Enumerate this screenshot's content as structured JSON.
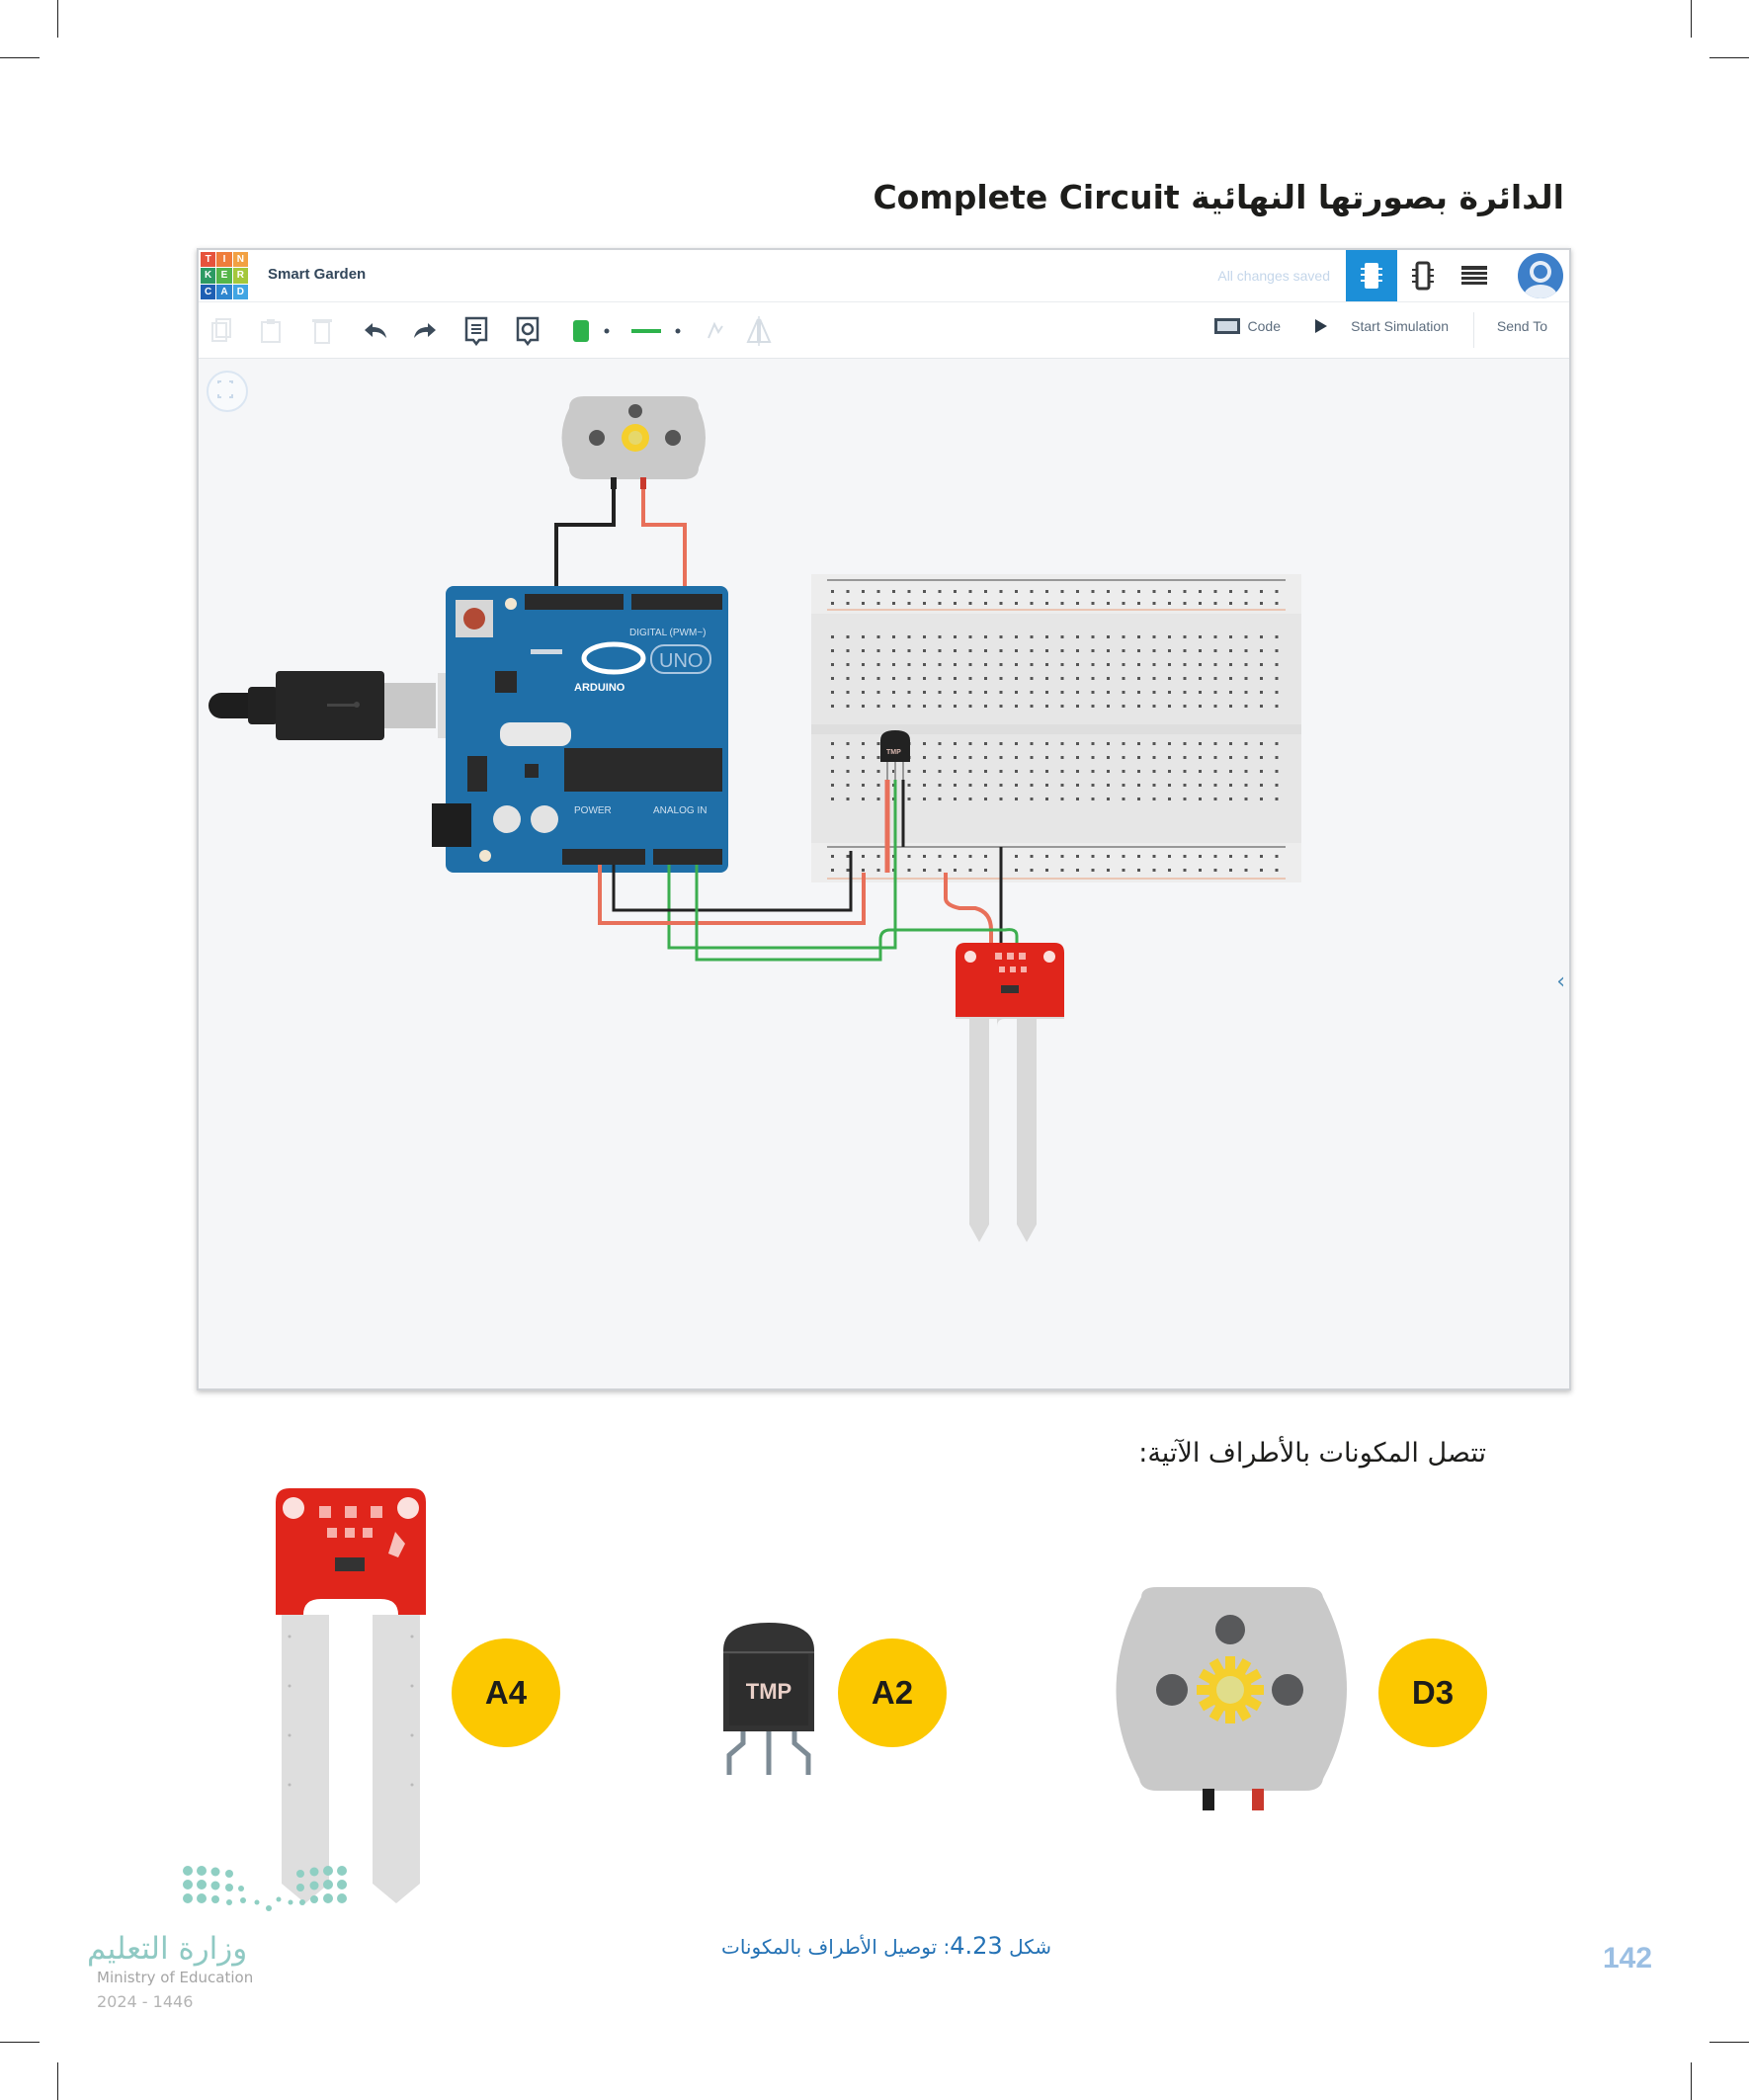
{
  "page": {
    "heading_ar": "الدائرة بصورتها النهائية",
    "heading_en": "Complete Circuit",
    "intro": "تتصل المكونات بالأطراف الآتية:",
    "caption_prefix": "شكل",
    "caption_number": "4.23",
    "caption_text": ": توصيل الأطراف بالمكونات",
    "page_number": "142",
    "ministry_ar": "وزارة التعليم",
    "ministry_en": "Ministry of Education",
    "ministry_year": "2024 - 1446"
  },
  "app": {
    "logo_letters": [
      "T",
      "I",
      "N",
      "K",
      "E",
      "R",
      "C",
      "A",
      "D"
    ],
    "project_title": "Smart Garden",
    "save_status": "All changes saved",
    "view_buttons": [
      {
        "name": "circuit-view",
        "icon": "breadboard-icon",
        "active": true
      },
      {
        "name": "component-list",
        "icon": "chip-icon",
        "active": false
      },
      {
        "name": "schematic-list",
        "icon": "list-icon",
        "active": false
      }
    ],
    "toolbar": {
      "tools": [
        "copy-icon",
        "paste-icon",
        "delete-icon",
        "undo-icon",
        "redo-icon",
        "notes-icon",
        "notes-toggle-icon",
        "color-icon",
        "wire-type-icon",
        "rotate-icon",
        "flip-icon"
      ],
      "wire_color": "#2db24b",
      "code_label": "Code",
      "start_simulation_label": "Start Simulation",
      "send_to_label": "Send To"
    },
    "circuit": {
      "board_label": "ARDUINO",
      "board_model": "UNO",
      "digital_label": "DIGITAL (PWM~)",
      "power_label": "POWER",
      "analog_label": "ANALOG IN",
      "tmp_label": "TMP",
      "colors": {
        "board": "#1f6fa8",
        "wire_red": "#e8705a",
        "wire_green": "#3cae4f",
        "wire_black": "#222222",
        "sensor": "#e0251b",
        "motor": "#c8c8c8"
      }
    }
  },
  "components": [
    {
      "name": "soil-moisture-sensor",
      "pin": "A4"
    },
    {
      "name": "temperature-sensor",
      "pin": "A2",
      "label": "TMP"
    },
    {
      "name": "dc-motor",
      "pin": "D3"
    }
  ]
}
